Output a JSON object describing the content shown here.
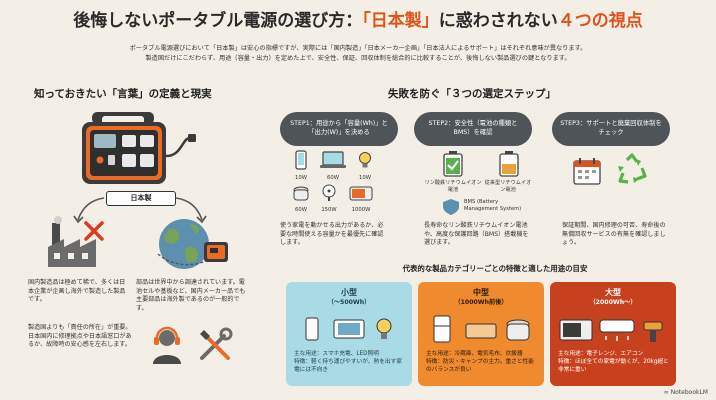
{
  "title": {
    "part1": "後悔しないポータブル電源の選び方：",
    "part2": "「日本製」",
    "part3": "に惑わされない",
    "part4": "４つの視点"
  },
  "intro": {
    "line1": "ポータブル電源選びにおいて「日本製」は安心の指標ですが、実際には「国内製造」「日本メーカー企画」「日本法人によるサポート」はそれぞれ意味が異なります。",
    "line2": "製造国だけにこだわらず、用途（容量・出力）を定めた上で、安全性、保証、回収体制を総合的に比較することが、後悔しない製品選びの鍵となります。"
  },
  "left": {
    "heading": "知っておきたい「言葉」の定義と現実",
    "label": "日本製",
    "text_domestic": "国内製造品は極めて稀で、多くは日本企業が企画し海外で製造した製品です。",
    "text_parts": "部品は世界中から調達されています。電池セルや基板など、国内メーカー品でも主要部品は海外製であるのが一般的です。",
    "text_support": "製造国よりも「責任の所在」が重要。日本国内に修理拠点や日本語窓口があるか、故障時の安心感を左右します。"
  },
  "steps": {
    "heading": "失敗を防ぐ「３つの選定ステップ」",
    "step1": {
      "title": "STEP1：用途から「容量(Wh)」と「出力(W)」を決める",
      "devices": [
        "10W",
        "60W",
        "10W",
        "60W",
        "150W",
        "1000W"
      ],
      "text": "使う家電を動かせる出力があるか、必要な時間使える容量かを最優先に確認します。"
    },
    "step2": {
      "title": "STEP2：安全性（電池の種類とBMS）を確認",
      "battery1": "リン酸鉄リチウムイオン電池",
      "battery2": "従来型リチウムイオン電池",
      "bms": "BMS (Battery Management System)",
      "text": "長寿命なリン酸鉄リチウムイオン電池や、高度な保護回路（BMS）搭載機を選びます。"
    },
    "step3": {
      "title": "STEP3：サポートと廃棄回収体制をチェック",
      "text": "保証期間、国内修理の可否、寿命後の無償回収サービスの有無を確認しましょう。"
    }
  },
  "categories": {
    "heading": "代表的な製品カテゴリーごとの特徴と適した用途の目安",
    "small": {
      "name": "小型",
      "range": "（〜500Wh）",
      "use": "主な用途：スマホ充電、LED照明",
      "feature": "特徴：軽く持ち運びやすいが、熱を出す家電には不向き"
    },
    "medium": {
      "name": "中型",
      "range": "（1000Wh前後）",
      "use": "主な用途：冷蔵庫、電気毛布、炊飯器",
      "feature": "特徴：防災・キャンプの主力。重さと性能のバランスが良い"
    },
    "large": {
      "name": "大型",
      "range": "（2000Wh〜）",
      "use": "主な用途：電子レンジ、エアコン",
      "feature": "特徴：ほぼ全ての家電が動くが、20kg超と非常に重い"
    }
  },
  "colors": {
    "accent": "#e0521c",
    "small_card": "#a9dbe6",
    "medium_card": "#f08a2e",
    "large_card": "#c7411e"
  },
  "footer": {
    "brand": "NotebookLM"
  }
}
